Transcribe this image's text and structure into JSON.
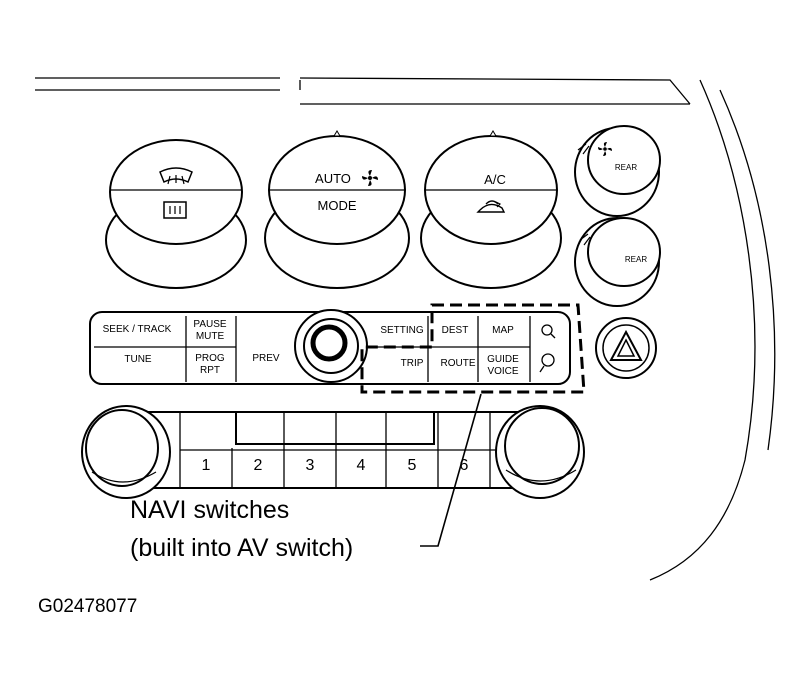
{
  "diagram": {
    "figure_id": "G02478077",
    "callout": {
      "line1": "NAVI switches",
      "line2": "(built into AV switch)"
    },
    "climate_knobs": [
      {
        "id": "defrost",
        "top_icon": "windshield-defrost-icon",
        "bottom_icon": "rear-defrost-icon"
      },
      {
        "id": "auto-mode",
        "top_label": "AUTO",
        "bottom_label": "MODE",
        "top_icon": "fan-icon"
      },
      {
        "id": "ac",
        "top_label": "A/C",
        "bottom_icon": "recirculation-icon"
      }
    ],
    "rear_knobs": [
      {
        "label": "REAR",
        "icon": "fan-icon"
      },
      {
        "label": "REAR"
      }
    ],
    "av_buttons": {
      "seek_track": "SEEK / TRACK",
      "tune": "TUNE",
      "pause": "PAUSE",
      "mute": "MUTE",
      "prog": "PROG",
      "rpt": "RPT",
      "prev": "PREV",
      "setting": "SETTING",
      "trip": "TRIP",
      "dest": "DEST",
      "route": "ROUTE",
      "map": "MAP",
      "guide": "GUIDE",
      "voice": "VOICE",
      "zoom_in_icon": "zoom-in-icon",
      "zoom_out_icon": "zoom-out-icon"
    },
    "presets": [
      "1",
      "2",
      "3",
      "4",
      "5",
      "6"
    ],
    "hazard_icon": "hazard-triangle-icon"
  }
}
